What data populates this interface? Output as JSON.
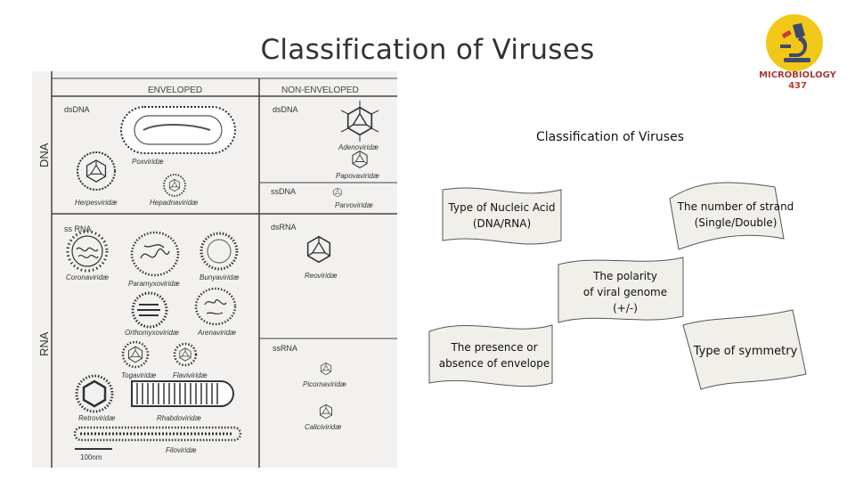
{
  "slide": {
    "title": "Classification of Viruses"
  },
  "logo": {
    "line1": "MICROBIOLOGY",
    "line2": "437"
  },
  "diagram": {
    "dna": "DNA",
    "rna": "RNA",
    "enveloped": "ENVELOPED",
    "non_enveloped": "NON-ENVELOPED",
    "dsdna_left": "dsDNA",
    "dsdna_right": "dsDNA",
    "ssdna": "ssDNA",
    "ssrna_left": "ss RNA",
    "dsrna": "dsRNA",
    "ssrna_right": "ssRNA",
    "families": {
      "poxviridae": "Poxviridæ",
      "herpesviridae": "Herpesviridæ",
      "hepadnaviridae": "Hepadnaviridæ",
      "adenoviridae": "Adenoviridæ",
      "papovaviridae": "Papovaviridæ",
      "parvoviridae": "Parvoviridæ",
      "coronaviridae": "Coronaviridæ",
      "paramyxoviridae": "Paramyxoviridæ",
      "bunyaviridae": "Bunyaviridæ",
      "orthomyxoviridae": "Orthomyxoviridæ",
      "arenaviridae": "Arenaviridæ",
      "togaviridae": "Togaviridæ",
      "flaviviridae": "Flaviviridæ",
      "retroviridae": "Retroviridæ",
      "rhabdoviridae": "Rhabdoviridæ",
      "filoviridae": "Filoviridæ",
      "reoviridae": "Reoviridæ",
      "picornaviridae": "Picornaviridæ",
      "caliciviridae": "Caliciviridæ"
    },
    "scale": "100nm"
  },
  "concept": {
    "title": "Classification of Viruses",
    "flags": {
      "nucleic_acid": [
        "Type of Nucleic Acid",
        "(DNA/RNA)"
      ],
      "strand": [
        "The number of strand",
        "(Single/Double)"
      ],
      "polarity": [
        "The polarity",
        "of viral genome",
        "(+/-)"
      ],
      "envelope": [
        "The presence or",
        "absence of envelope"
      ],
      "symmetry": [
        "Type of symmetry"
      ]
    }
  }
}
